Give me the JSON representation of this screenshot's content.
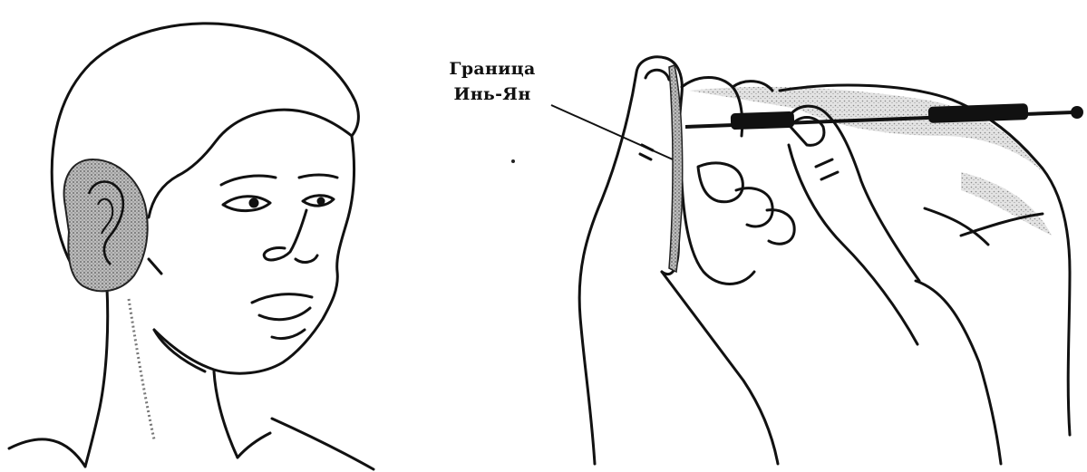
{
  "annotation": {
    "line1": "Граница",
    "line2": "Инь-Ян"
  },
  "figures": {
    "left": "head-with-shaded-ear",
    "right": "hand-holding-electrode-probe"
  },
  "colors": {
    "ink": "#111111",
    "shade": "#8a8a8a",
    "background": "#ffffff"
  }
}
